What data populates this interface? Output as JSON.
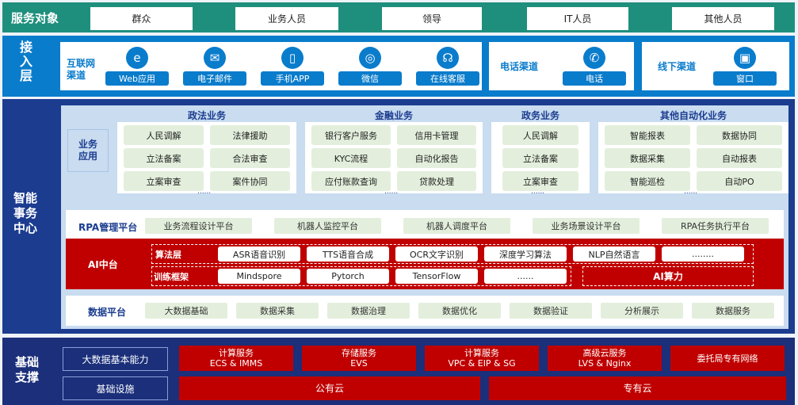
{
  "service": {
    "title": "服务对象",
    "items": [
      "群众",
      "业务人员",
      "领导",
      "IT人员",
      "其他人员"
    ]
  },
  "access": {
    "title": "接入层",
    "internet": {
      "label": "互联网渠道",
      "items": [
        {
          "icon": "ie-icon",
          "glyph": "e",
          "label": "Web应用"
        },
        {
          "icon": "mail-icon",
          "glyph": "✉",
          "label": "电子邮件"
        },
        {
          "icon": "phone-app-icon",
          "glyph": "▯",
          "label": "手机APP"
        },
        {
          "icon": "wechat-icon",
          "glyph": "◎",
          "label": "微信"
        },
        {
          "icon": "headset-icon",
          "glyph": "☊",
          "label": "在线客服"
        }
      ]
    },
    "phone": {
      "label": "电话渠道",
      "item": {
        "icon": "phone-icon",
        "glyph": "✆",
        "label": "电话"
      }
    },
    "offline": {
      "label": "线下渠道",
      "item": {
        "icon": "store-icon",
        "glyph": "▣",
        "label": "窗口"
      }
    }
  },
  "center": {
    "title": "智能事务中心",
    "biz_label": "业务应用",
    "groups": [
      {
        "title": "政法业务",
        "items": [
          "人民调解",
          "法律援助",
          "立法备案",
          "合法审查",
          "立案审查",
          "案件协同"
        ]
      },
      {
        "title": "金融业务",
        "items": [
          "银行客户服务",
          "信用卡管理",
          "KYC流程",
          "自动化报告",
          "应付账款查询",
          "贷款处理"
        ]
      },
      {
        "title": "政务业务",
        "items": [
          "人民调解",
          "立法备案",
          "立案审查"
        ]
      },
      {
        "title": "其他自动化业务",
        "items": [
          "智能报表",
          "数据协同",
          "数据采集",
          "自动报表",
          "智能巡检",
          "自动PO"
        ]
      }
    ],
    "dots": "......",
    "rpa": {
      "label": "RPA管理平台",
      "items": [
        "业务流程设计平台",
        "机器人监控平台",
        "机器人调度平台",
        "业务场景设计平台",
        "RPA任务执行平台"
      ]
    },
    "ai": {
      "label": "AI中台",
      "algo_label": "算法层",
      "algo": [
        "ASR语音识别",
        "TTS语音合成",
        "OCR文字识别",
        "深度学习算法",
        "NLP自然语言",
        "........"
      ],
      "train_label": "训练框架",
      "train": [
        "Mindspore",
        "Pytorch",
        "TensorFlow",
        "......"
      ],
      "compute": "AI算力"
    },
    "data": {
      "label": "数据平台",
      "items": [
        "大数据基础",
        "数据采集",
        "数据治理",
        "数据优化",
        "数据验证",
        "分析展示",
        "数据服务"
      ]
    }
  },
  "base": {
    "title": "基础支撑",
    "row1_label": "大数据基本能力",
    "row2_label": "基础设施",
    "services": [
      [
        "计算服务",
        "ECS & IMMS"
      ],
      [
        "存储服务",
        "EVS"
      ],
      [
        "计算服务",
        "VPC & EIP & SG"
      ],
      [
        "高级云服务",
        "LVS & Nginx"
      ],
      [
        "委托局专有网络",
        ""
      ]
    ],
    "clouds": [
      "公有云",
      "专有云"
    ]
  }
}
